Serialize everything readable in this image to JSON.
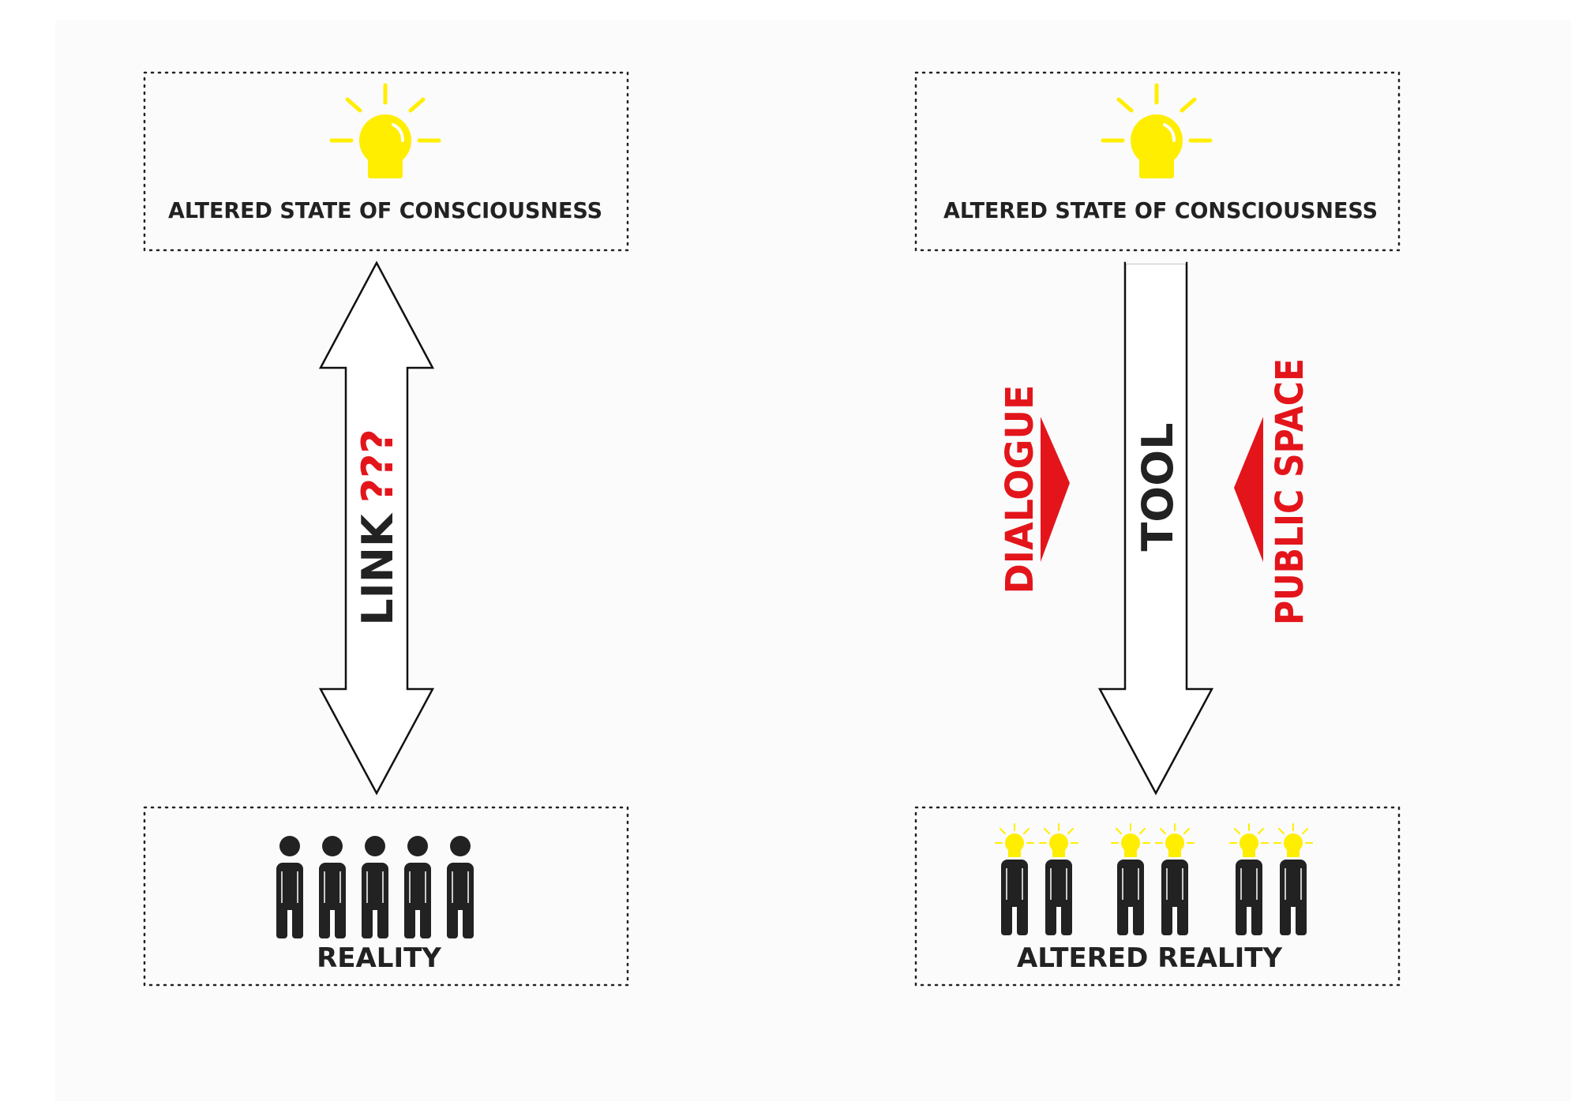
{
  "colors": {
    "background": "#fbfbfb",
    "bulb": "#ffee00",
    "figure": "#222222",
    "accent_red": "#e3151b",
    "text": "#222222",
    "outline": "#111111"
  },
  "left_panel": {
    "top_box": {
      "label": "ALTERED STATE OF CONSCIOUSNESS",
      "icon": "lightbulb-icon"
    },
    "connector": {
      "label_main": "LINK",
      "label_suffix": "???",
      "type": "double-arrow"
    },
    "bottom_box": {
      "label": "REALITY",
      "icon": "person-icon",
      "figure_count": 5
    }
  },
  "right_panel": {
    "top_box": {
      "label": "ALTERED STATE OF CONSCIOUSNESS",
      "icon": "lightbulb-icon"
    },
    "connector": {
      "label": "TOOL",
      "type": "down-arrow"
    },
    "side_left": {
      "label": "DIALOGUE",
      "icon": "triangle-right-icon"
    },
    "side_right": {
      "label": "PUBLIC SPACE",
      "icon": "triangle-left-icon"
    },
    "bottom_box": {
      "label": "ALTERED REALITY",
      "icon": "bulb-head-person-icon",
      "figure_count": 6
    }
  }
}
